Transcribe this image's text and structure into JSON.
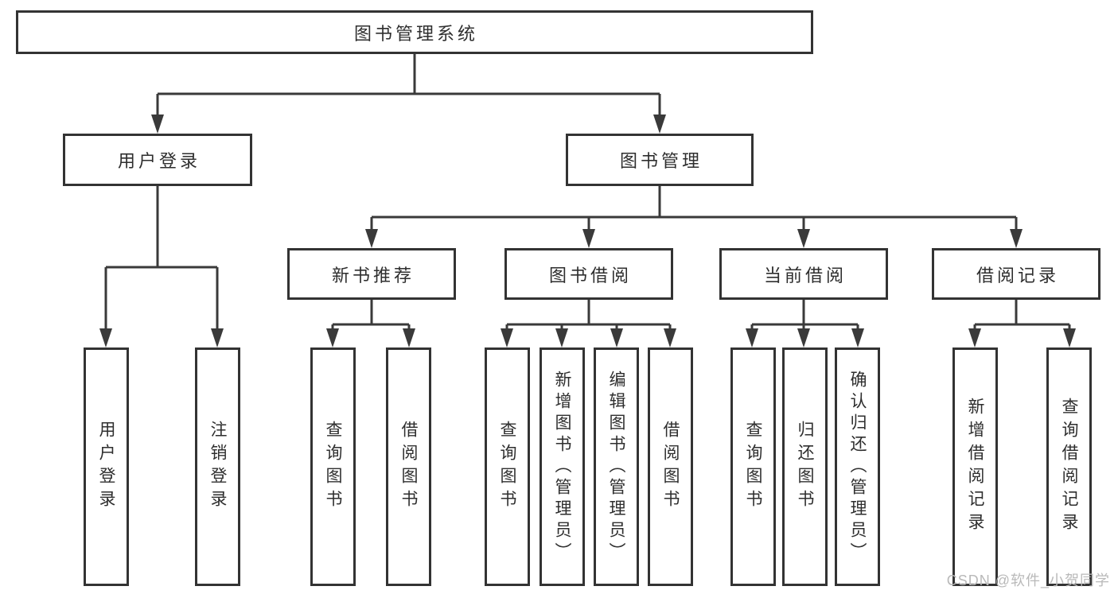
{
  "tree": {
    "root": {
      "label": "图书管理系统"
    },
    "branches": [
      {
        "label": "用户登录",
        "children": [
          {
            "label": "用户登录"
          },
          {
            "label": "注销登录"
          }
        ]
      },
      {
        "label": "图书管理",
        "children": [
          {
            "label": "新书推荐",
            "children": [
              {
                "label": "查询图书"
              },
              {
                "label": "借阅图书"
              }
            ]
          },
          {
            "label": "图书借阅",
            "children": [
              {
                "label": "查询图书"
              },
              {
                "label": "新增图书（管理员）"
              },
              {
                "label": "编辑图书（管理员）"
              },
              {
                "label": "借阅图书"
              }
            ]
          },
          {
            "label": "当前借阅",
            "children": [
              {
                "label": "查询图书"
              },
              {
                "label": "归还图书"
              },
              {
                "label": "确认归还（管理员）"
              }
            ]
          },
          {
            "label": "借阅记录",
            "children": [
              {
                "label": "新增借阅记录"
              },
              {
                "label": "查询借阅记录"
              }
            ]
          }
        ]
      }
    ]
  },
  "watermark": "CSDN @软件_小贺同学",
  "colors": {
    "line": "#3a3a3a",
    "box_border": "#333333",
    "text": "#2e2e2e",
    "watermark_text": "#b9b9b9",
    "background": "#ffffff"
  }
}
